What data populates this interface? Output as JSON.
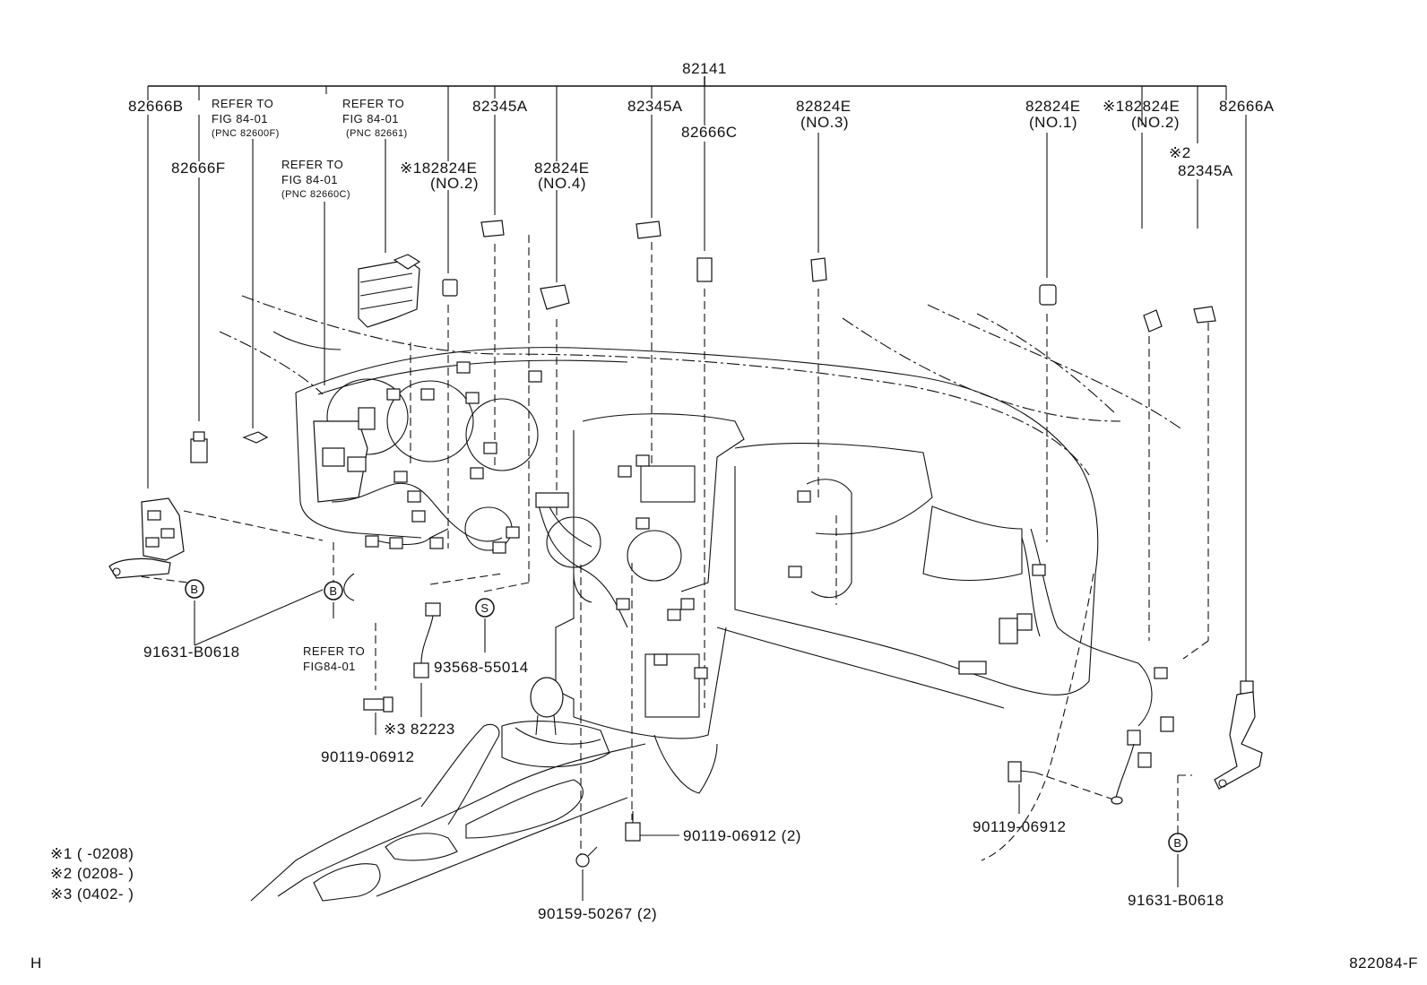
{
  "diagram": {
    "top_part": "82141",
    "labels": {
      "p82666B": "82666B",
      "p82666F": "82666F",
      "refer1_a": "REFER TO",
      "refer1_b": "FIG 84-01",
      "refer1_c": "(PNC 82600F)",
      "refer2_a": "REFER TO",
      "refer2_b": "FIG 84-01",
      "refer2_c": "(PNC 82661)",
      "refer3_a": "REFER TO",
      "refer3_b": "FIG 84-01",
      "refer3_c": "(PNC 82660C)",
      "p82824E_n2a_a": "※182824E",
      "p82824E_n2a_b": "(NO.2)",
      "p82345A_1": "82345A",
      "p82824E_n4_a": "82824E",
      "p82824E_n4_b": "(NO.4)",
      "p82345A_2": "82345A",
      "p82666C": "82666C",
      "p82824E_n3_a": "82824E",
      "p82824E_n3_b": "(NO.3)",
      "p82824E_n1_a": "82824E",
      "p82824E_n1_b": "(NO.1)",
      "p82824E_n2b_a": "※182824E",
      "p82824E_n2b_b": "(NO.2)",
      "p82345A_3a": "※2",
      "p82345A_3b": "82345A",
      "p82666A": "82666A",
      "p91631_left": "91631-B0618",
      "refer4_a": "REFER TO",
      "refer4_b": "FIG84-01",
      "p93568": "93568-55014",
      "p82223": "※3 82223",
      "p90119_left": "90119-06912",
      "p90119_mid": "90119-06912 (2)",
      "p90159": "90159-50267 (2)",
      "p90119_right": "90119-06912",
      "p91631_right": "91631-B0618",
      "circle_b1": "B",
      "circle_b2": "B",
      "circle_s": "S",
      "circle_b3": "B"
    },
    "notes": [
      "※1 (      -0208)",
      "※2 (0208-       )",
      "※3 (0402-       )"
    ],
    "corner_left": "H",
    "figure_code": "822084-F"
  }
}
